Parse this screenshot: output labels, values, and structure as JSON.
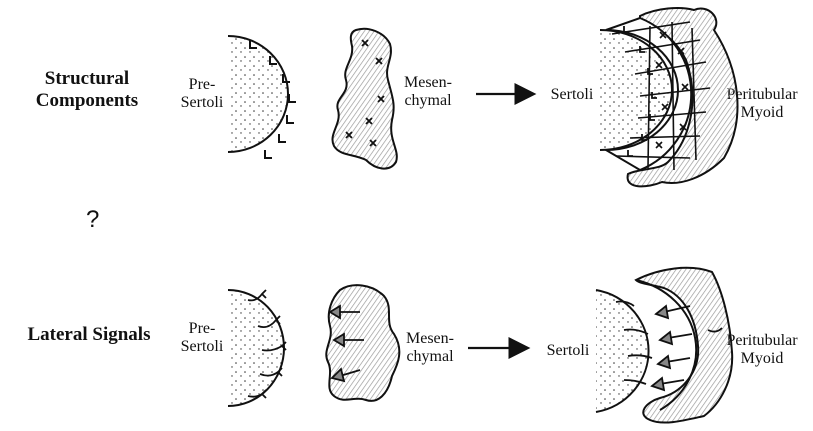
{
  "rows": {
    "structural": {
      "title_line1": "Structural",
      "title_line2": "Components"
    },
    "lateral": {
      "title": "Lateral Signals"
    }
  },
  "labels": {
    "pre_sertoli_line1": "Pre-",
    "pre_sertoli_line2": "Sertoli",
    "mesenchymal_line1": "Mesen-",
    "mesenchymal_line2": "chymal",
    "sertoli": "Sertoli",
    "peritubular_line1": "Peritubular",
    "peritubular_line2": "Myoid"
  },
  "question_mark": "?",
  "marks": {
    "laminin_glyph": "L",
    "collagen_glyph": "×"
  }
}
